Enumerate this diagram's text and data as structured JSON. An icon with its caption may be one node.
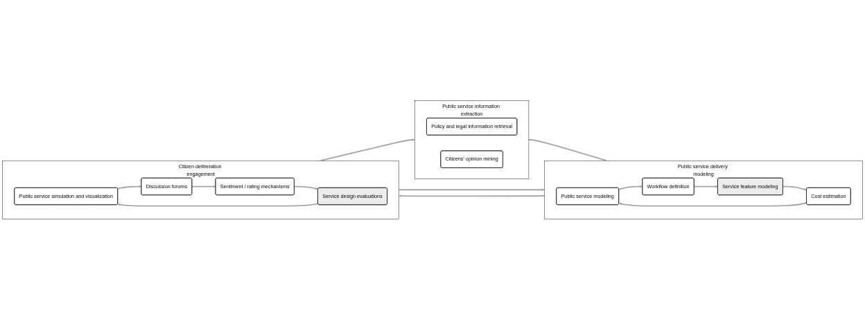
{
  "diagram": {
    "nodes": [
      {
        "text": [
          "Public service information extraction"
        ]
      },
      {
        "text": [
          "Policy and legal information retrieval"
        ],
        "in": 0
      },
      {
        "text": [
          "Citizens' opinion mining"
        ],
        "in": 0
      },
      {
        "text": [
          "Public service delivery modeling"
        ]
      },
      {
        "text": [
          "Public service modeling"
        ],
        "in": 3
      },
      {
        "text": [
          "Workflow definition"
        ],
        "in": 3
      },
      {
        "text": [
          "Cost estimation"
        ],
        "in": 3
      },
      {
        "text": [
          "Service feature modeling"
        ],
        "in": 3
      },
      {
        "text": [
          "Citizen deliberation engagement"
        ]
      },
      {
        "text": [
          "Public service simulation and visualization"
        ],
        "in": 8
      },
      {
        "text": [
          "Discussion forums"
        ],
        "in": 8
      },
      {
        "text": [
          "Service design evaluations"
        ],
        "in": 8
      },
      {
        "text": [
          "Sentiment / rating mechanisms"
        ],
        "in": 8
      }
    ],
    "edges": [
      {
        "from": 0,
        "to": 3,
        "arrow": "to"
      },
      {
        "from": 4,
        "to": 5,
        "arrow": "to"
      },
      {
        "from": 5,
        "to": 7,
        "arrow": "to"
      },
      {
        "from": 7,
        "to": 6,
        "arrow": "to"
      },
      {
        "from": 6,
        "to": 4,
        "arrow": "to"
      },
      {
        "from": 3,
        "to": 8,
        "arrow": "to"
      },
      {
        "from": 8,
        "to": 3,
        "arrow": "to"
      },
      {
        "from": 9,
        "to": 10,
        "arrow": "to"
      },
      {
        "from": 10,
        "to": 12,
        "arrow": "to"
      },
      {
        "from": 12,
        "to": 11,
        "arrow": "to"
      },
      {
        "from": 11,
        "to": 9,
        "arrow": "to"
      },
      {
        "from": 8,
        "to": 0,
        "arrow": "to"
      }
    ]
  }
}
